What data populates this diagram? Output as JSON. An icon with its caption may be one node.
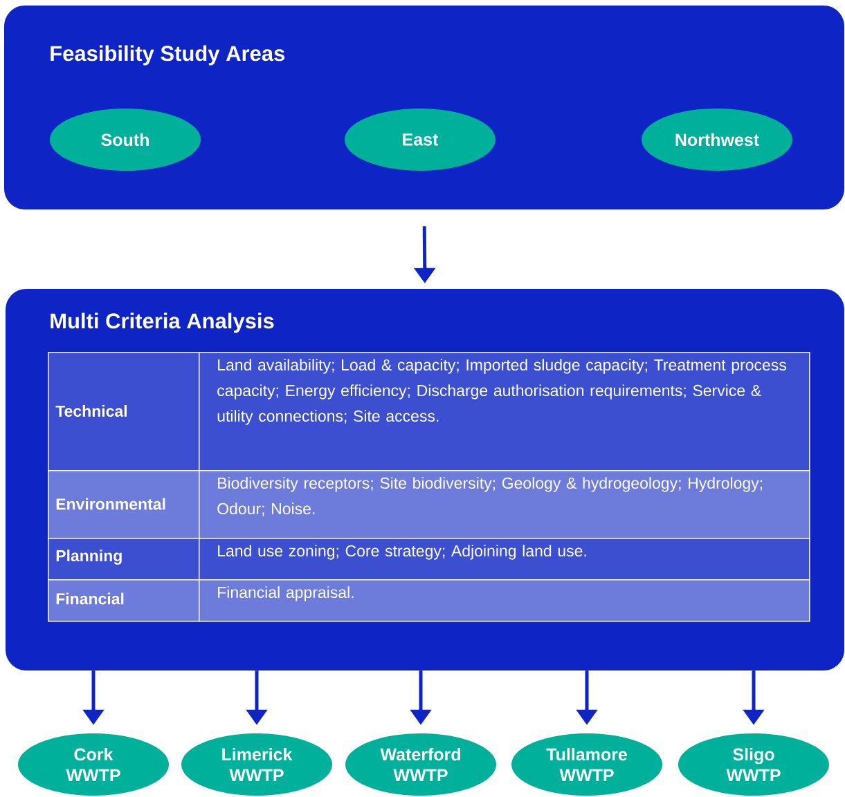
{
  "diagram": {
    "nodes": [
      {
        "text": [
          "Feasibility Study Areas"
        ]
      },
      {
        "text": [
          "South"
        ],
        "in": 0
      },
      {
        "text": [
          "East"
        ],
        "in": 0
      },
      {
        "text": [
          "Northwest"
        ],
        "in": 0
      },
      {
        "text": [
          "Multi Criteria Analysis"
        ]
      },
      {
        "text": [
          "Cork WWTP"
        ]
      },
      {
        "text": [
          "Limerick WWTP"
        ]
      },
      {
        "text": [
          "Waterford WWTP"
        ]
      },
      {
        "text": [
          "Tullamore WWTP"
        ]
      },
      {
        "text": [
          "Sligo WWTP"
        ]
      }
    ],
    "edges": [
      {
        "from": 0,
        "to": 4,
        "arrow": "to"
      },
      {
        "from": 4,
        "to": 5,
        "arrow": "to"
      },
      {
        "from": 4,
        "to": 6,
        "arrow": "to"
      },
      {
        "from": 4,
        "to": 7,
        "arrow": "to"
      },
      {
        "from": 4,
        "to": 8,
        "arrow": "to"
      },
      {
        "from": 4,
        "to": 9,
        "arrow": "to"
      }
    ],
    "labels": [
      "Technical",
      "Land availability; Load & capacity; Imported sludge capacity; Treatment process capacity; Energy efficiency; Discharge authorisation requirements; Service & utility connections; Site access.",
      "Environmental",
      "Biodiversity receptors; Site biodiversity; Geology & hydrogeology; Hydrology; Odour; Noise.",
      "Planning",
      "Land use zoning; Core strategy; Adjoining land use.",
      "Financial",
      "Financial appraisal."
    ]
  }
}
